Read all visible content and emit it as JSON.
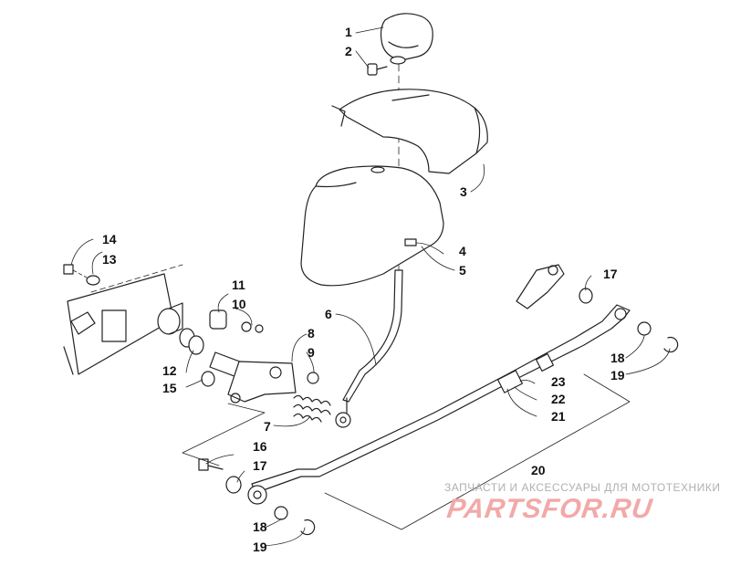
{
  "callouts": [
    {
      "id": "c1",
      "text": "1"
    },
    {
      "id": "c2",
      "text": "2"
    },
    {
      "id": "c3",
      "text": "3"
    },
    {
      "id": "c4",
      "text": "4"
    },
    {
      "id": "c5",
      "text": "5"
    },
    {
      "id": "c6",
      "text": "6"
    },
    {
      "id": "c7",
      "text": "7"
    },
    {
      "id": "c8",
      "text": "8"
    },
    {
      "id": "c9",
      "text": "9"
    },
    {
      "id": "c10",
      "text": "10"
    },
    {
      "id": "c11",
      "text": "11"
    },
    {
      "id": "c12",
      "text": "12"
    },
    {
      "id": "c13",
      "text": "13"
    },
    {
      "id": "c14",
      "text": "14"
    },
    {
      "id": "c15",
      "text": "15"
    },
    {
      "id": "c16",
      "text": "16"
    },
    {
      "id": "c17a",
      "text": "17"
    },
    {
      "id": "c17b",
      "text": "17"
    },
    {
      "id": "c18a",
      "text": "18"
    },
    {
      "id": "c18b",
      "text": "18"
    },
    {
      "id": "c19a",
      "text": "19"
    },
    {
      "id": "c19b",
      "text": "19"
    },
    {
      "id": "c20",
      "text": "20"
    },
    {
      "id": "c21",
      "text": "21"
    },
    {
      "id": "c22",
      "text": "22"
    },
    {
      "id": "c23",
      "text": "23"
    }
  ],
  "watermark": {
    "subtitle": "ЗАПЧАСТИ И АКСЕССУАРЫ ДЛЯ МОТОТЕХНИКИ",
    "logo": "PARTSFOR.RU",
    "logo_color": "#f2a9a9"
  }
}
